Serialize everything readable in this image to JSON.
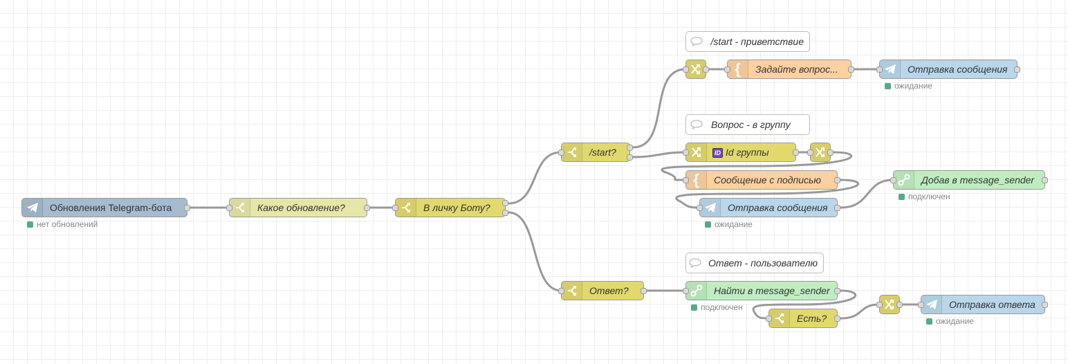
{
  "colors": {
    "telegram": "#a6bbcf",
    "switch_light": "#e2e2a0",
    "switch": "#e2d96e",
    "template": "#fdd0a2",
    "storage": "#c0edc0",
    "comment_border": "#bbbbbb",
    "status_ok": "#55aa88",
    "wire": "#999999"
  },
  "nodes": {
    "tg_updates": {
      "label": "Обновления Telegram-бота",
      "icon": "telegram-icon",
      "status": "нет обновлений"
    },
    "what_update": {
      "label": "Какое обновление?",
      "icon": "switch-icon"
    },
    "private_bot": {
      "label": "В личку Боту?",
      "icon": "switch-icon"
    },
    "start_q": {
      "label": "/start?",
      "icon": "switch-icon"
    },
    "answer_q": {
      "label": "Ответ?",
      "icon": "switch-icon"
    },
    "change_start": {
      "label": "",
      "icon": "change-icon"
    },
    "ask_question": {
      "label": "Задайте вопрос...",
      "icon": "template-icon"
    },
    "send_msg_1": {
      "label": "Отправка сообщения",
      "icon": "telegram-icon",
      "status": "ожидание"
    },
    "group_id": {
      "label": "Id группы",
      "icon": "change-icon",
      "badge": "ID"
    },
    "change_group": {
      "label": "",
      "icon": "change-icon"
    },
    "msg_signed": {
      "label": "Сообщение с подписью",
      "icon": "template-icon"
    },
    "send_msg_2": {
      "label": "Отправка сообщения",
      "icon": "telegram-icon",
      "status": "ожидание"
    },
    "add_sender": {
      "label": "Добав в message_sender",
      "icon": "link-icon",
      "status": "подключен"
    },
    "find_sender": {
      "label": "Найти в message_sender",
      "icon": "link-icon",
      "status": "подключен"
    },
    "exists_q": {
      "label": "Есть?",
      "icon": "switch-icon"
    },
    "change_answer": {
      "label": "",
      "icon": "change-icon"
    },
    "send_answer": {
      "label": "Отправка ответа",
      "icon": "telegram-icon",
      "status": "ожидание"
    }
  },
  "comments": {
    "c_start": "/start - приветствие",
    "c_group": "Вопрос - в группу",
    "c_answer": "Ответ - пользователю"
  }
}
